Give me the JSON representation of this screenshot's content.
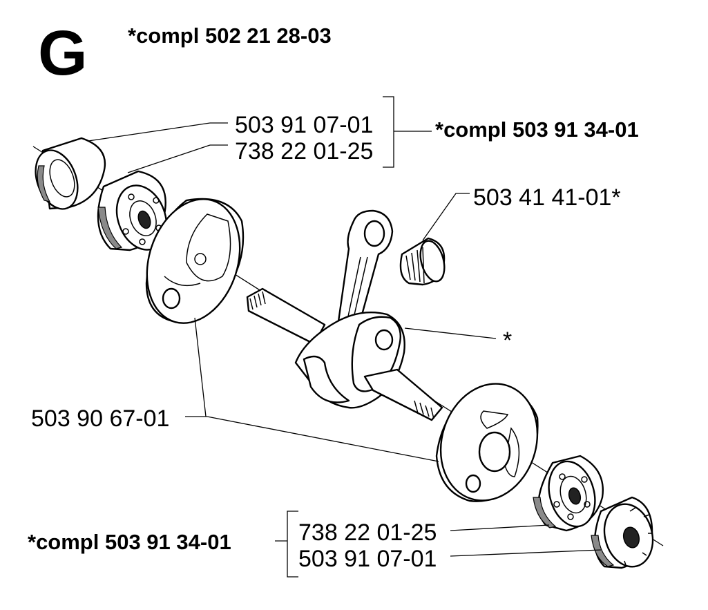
{
  "section_letter": "G",
  "assembly_label": "*compl 502 21 28-03",
  "upper_group": {
    "parts": [
      "503 91 07-01",
      "738 22 01-25"
    ],
    "kit_label": "*compl 503 91 34-01"
  },
  "needle_bearing_label": "503 41 41-01*",
  "crankshaft_label": "*",
  "crank_half_label": "503 90 67-01",
  "lower_group": {
    "parts": [
      "738 22 01-25",
      "503 91 07-01"
    ],
    "kit_label": "*compl 503 91 34-01"
  }
}
